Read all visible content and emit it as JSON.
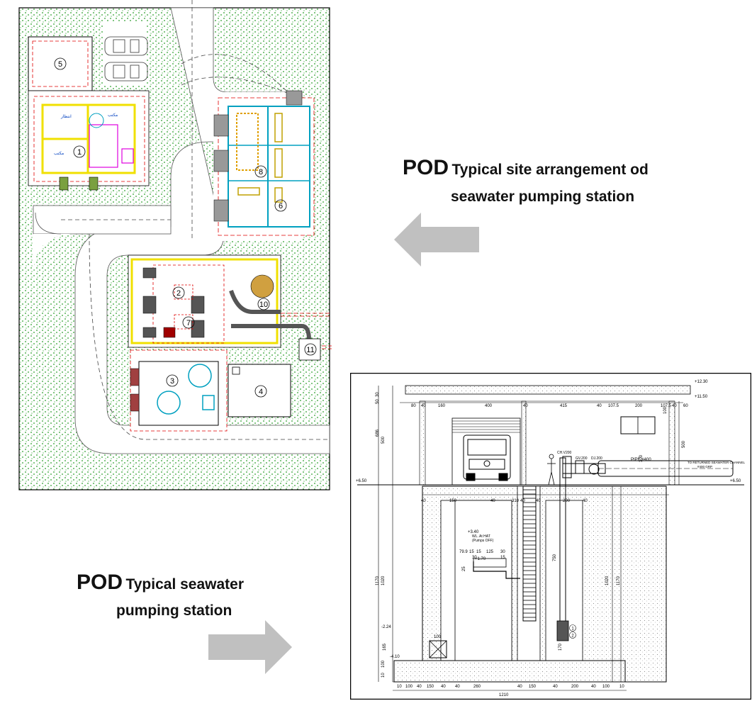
{
  "captions": {
    "site": {
      "prefix": "POD",
      "line1": "Typical site arrangement od",
      "line2": "seawater pumping station"
    },
    "station": {
      "prefix": "POD",
      "line1": "Typical seawater",
      "line2": "pumping station"
    }
  },
  "site_plan": {
    "labels": [
      "1",
      "2",
      "3",
      "4",
      "5",
      "6",
      "7",
      "8",
      "10",
      "11"
    ]
  },
  "section": {
    "levels": {
      "roof_top": "+12.30",
      "roof": "+11.50",
      "ground_left": "+6.50",
      "ground_right": "+6.50",
      "hat": "+3.40",
      "hat_note": "WL. At HAT",
      "pumps_off": "(Pumps OFF)",
      "low": "+1.70",
      "sump": "-2.24",
      "base": "-4.10"
    },
    "top_dims": [
      "80",
      "40",
      "160",
      "400",
      "40",
      "415",
      "40",
      "107.5",
      "200",
      "107.5",
      "40",
      "60"
    ],
    "mid_dims": [
      "40",
      "150",
      "40",
      "310",
      "40",
      "40",
      "200",
      "40"
    ],
    "bottom_dims": [
      "10",
      "100",
      "40",
      "150",
      "40",
      "40",
      "260",
      "40",
      "150",
      "40",
      "200",
      "40",
      "100",
      "10"
    ],
    "total_width": "1210",
    "left_dims": [
      "30",
      "50",
      "686",
      "500",
      "1170",
      "1020",
      "165",
      "100",
      "10"
    ],
    "right_dims": [
      "100",
      "300",
      "500",
      "750",
      "1020",
      "1170",
      "170"
    ],
    "pipe_label": "PIPE #400",
    "channel_label": "TO RETURNED SEAWATER CHANNEL",
    "channel_sub": "#400 GRP",
    "valves": [
      "CH.V200",
      "GV.200",
      "DJ.200"
    ],
    "pipe_dims": [
      "79.9",
      "15",
      "15",
      "125",
      "30",
      "30",
      "15"
    ],
    "small_dims": [
      "25",
      "100"
    ],
    "markers": [
      "1",
      "2"
    ]
  },
  "colors": {
    "grass": "#2a9d2a",
    "arrow": "#c0c0c0",
    "red": "#e00000",
    "magenta": "#e000e0",
    "cyan": "#00a0c0",
    "yellow": "#f0e000"
  }
}
